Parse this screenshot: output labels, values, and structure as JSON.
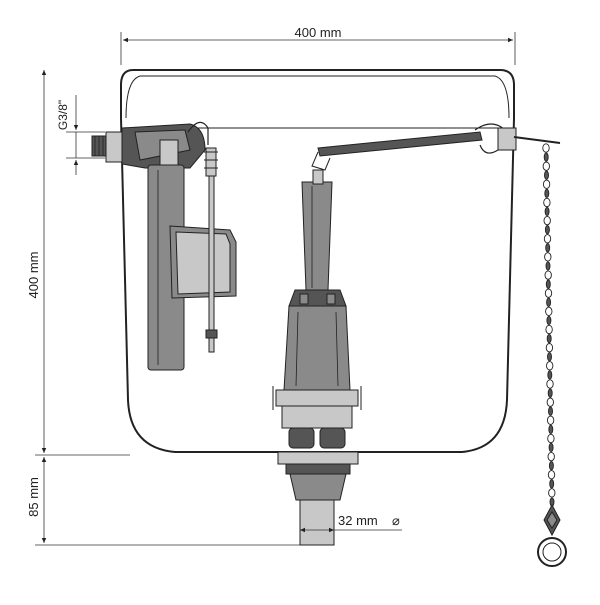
{
  "dimensions": {
    "width_top": "400 mm",
    "height_left": "400 mm",
    "pipe_height": "85 mm",
    "inlet_thread": "G3/8\"",
    "outlet_diameter": "32 mm",
    "diameter_symbol": "⌀"
  },
  "colors": {
    "line": "#222222",
    "shade_dark": "#555555",
    "shade_mid": "#8a8a8a",
    "shade_light": "#c8c8c8"
  }
}
